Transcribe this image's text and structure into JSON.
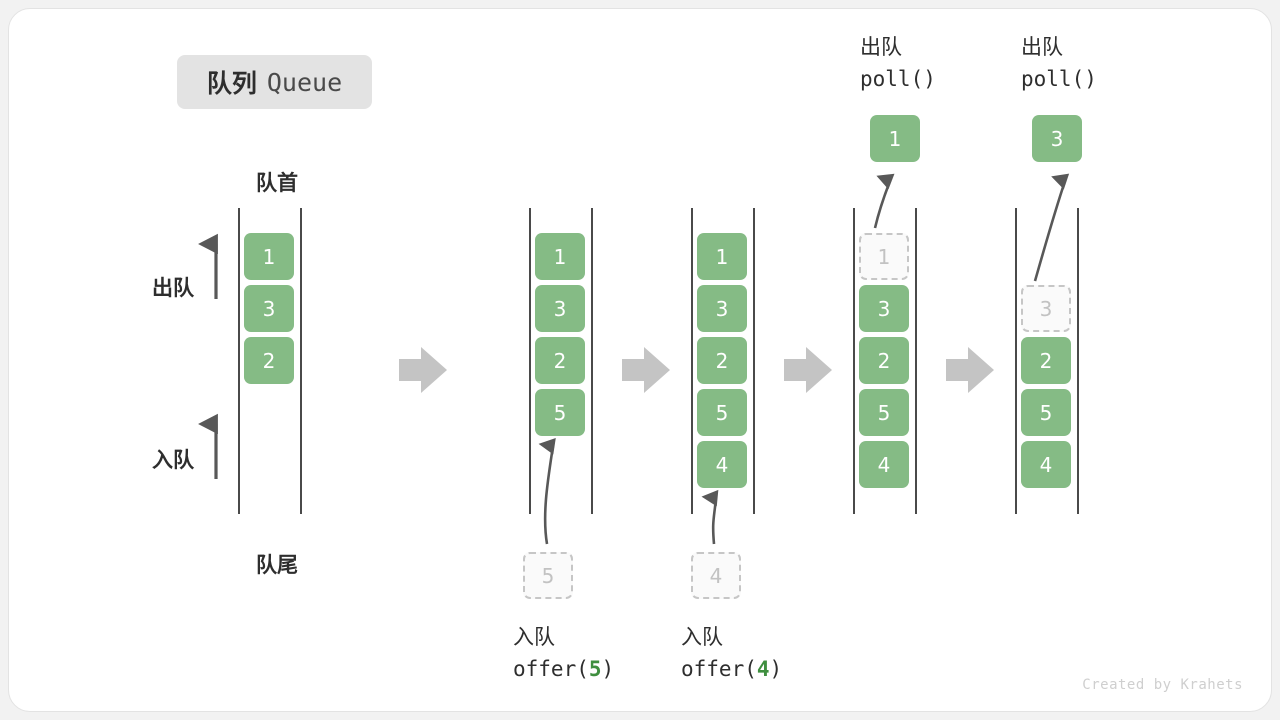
{
  "title": {
    "cn": "队列",
    "en": "Queue"
  },
  "labels": {
    "head": "队首",
    "tail": "队尾",
    "dequeue": "出队",
    "enqueue": "入队"
  },
  "watermark": "Created by Krahets",
  "colors": {
    "cell_green": "#85bb85",
    "ghost_border": "#c6c6c6",
    "ghost_text": "#c2c2c2",
    "rail": "#4a4a4a",
    "flow_arrow": "#c4c4c4",
    "badge_bg": "#e3e3e3",
    "accent_number": "#3f8f3f",
    "text": "#2e2e2e"
  },
  "stages": [
    {
      "name": "initial",
      "cells": [
        {
          "value": "1",
          "state": "filled"
        },
        {
          "value": "3",
          "state": "filled"
        },
        {
          "value": "2",
          "state": "filled"
        }
      ],
      "side_labels": {
        "dequeue": "出队",
        "enqueue": "入队"
      },
      "head_label": "队首",
      "tail_label": "队尾"
    },
    {
      "name": "offer-5",
      "cells": [
        {
          "value": "1",
          "state": "filled"
        },
        {
          "value": "3",
          "state": "filled"
        },
        {
          "value": "2",
          "state": "filled"
        },
        {
          "value": "5",
          "state": "filled"
        }
      ],
      "incoming": {
        "value": "5",
        "state": "ghost"
      },
      "caption_cn": "入队",
      "caption_code_prefix": "offer(",
      "caption_code_arg": "5",
      "caption_code_suffix": ")"
    },
    {
      "name": "offer-4",
      "cells": [
        {
          "value": "1",
          "state": "filled"
        },
        {
          "value": "3",
          "state": "filled"
        },
        {
          "value": "2",
          "state": "filled"
        },
        {
          "value": "5",
          "state": "filled"
        },
        {
          "value": "4",
          "state": "filled"
        }
      ],
      "incoming": {
        "value": "4",
        "state": "ghost"
      },
      "caption_cn": "入队",
      "caption_code_prefix": "offer(",
      "caption_code_arg": "4",
      "caption_code_suffix": ")"
    },
    {
      "name": "poll-1",
      "cells": [
        {
          "value": "1",
          "state": "ghost"
        },
        {
          "value": "3",
          "state": "filled"
        },
        {
          "value": "2",
          "state": "filled"
        },
        {
          "value": "5",
          "state": "filled"
        },
        {
          "value": "4",
          "state": "filled"
        }
      ],
      "outgoing": {
        "value": "1",
        "state": "filled"
      },
      "caption_cn": "出队",
      "caption_code": "poll()"
    },
    {
      "name": "poll-3",
      "cells": [
        {
          "value": "",
          "state": "empty"
        },
        {
          "value": "3",
          "state": "ghost"
        },
        {
          "value": "2",
          "state": "filled"
        },
        {
          "value": "5",
          "state": "filled"
        },
        {
          "value": "4",
          "state": "filled"
        }
      ],
      "outgoing": {
        "value": "3",
        "state": "filled"
      },
      "caption_cn": "出队",
      "caption_code": "poll()"
    }
  ],
  "flow_arrows": [
    {
      "name": "flow-arrow-1"
    },
    {
      "name": "flow-arrow-2"
    },
    {
      "name": "flow-arrow-3"
    },
    {
      "name": "flow-arrow-4"
    }
  ]
}
